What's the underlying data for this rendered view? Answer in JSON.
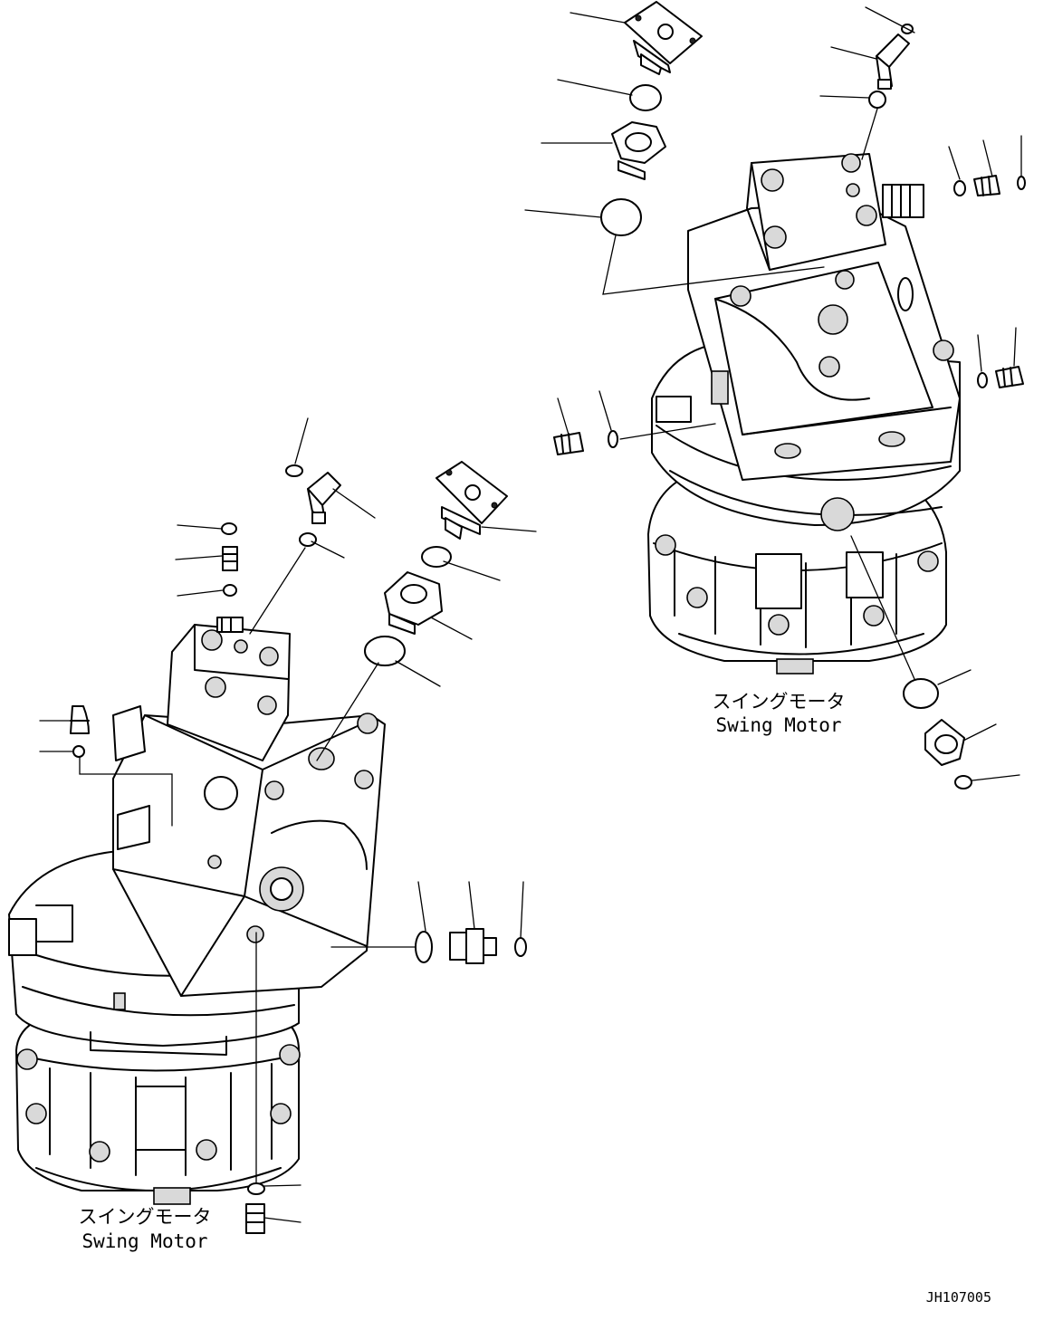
{
  "labels": {
    "upper_jp": "スイングモータ",
    "upper_en": "Swing Motor",
    "lower_jp": "スイングモータ",
    "lower_en": "Swing Motor"
  },
  "drawing_code": "JH107005"
}
